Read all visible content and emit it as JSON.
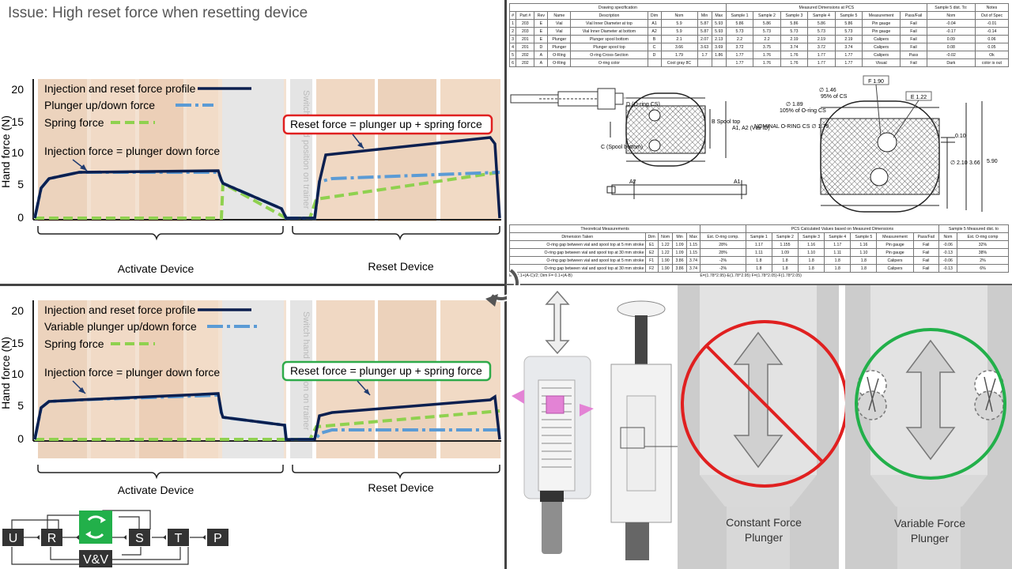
{
  "title": "Issue: High reset force when resetting device",
  "top_chart": {
    "ylabel": "Hand force (N)",
    "yticks": [
      "20",
      "15",
      "10",
      "5",
      "0"
    ],
    "legend": [
      {
        "label": "Injection and reset force profile",
        "color": "#0b1f4f",
        "style": "solid"
      },
      {
        "label": "Plunger up/down force",
        "color": "#5b9bd5",
        "style": "dashdot"
      },
      {
        "label": "Spring force",
        "color": "#8fd14f",
        "style": "dash"
      }
    ],
    "injection_label": "Injection force = plunger down force",
    "reset_label": "Reset force = plunger up + spring force",
    "reset_box_color": "#e02020",
    "switch_text": "Switch hand position on trainer",
    "activate_label": "Activate Device",
    "reset_device_label": "Reset Device"
  },
  "bottom_chart": {
    "ylabel": "Hand force (N)",
    "yticks": [
      "20",
      "15",
      "10",
      "5",
      "0"
    ],
    "legend": [
      {
        "label": "Injection and reset force profile",
        "color": "#0b1f4f",
        "style": "solid"
      },
      {
        "label": "Variable plunger up/down force",
        "color": "#5b9bd5",
        "style": "dashdot"
      },
      {
        "label": "Spring force",
        "color": "#8fd14f",
        "style": "dash"
      }
    ],
    "injection_label": "Injection force = plunger down force",
    "reset_label": "Reset force = plunger up + spring force",
    "reset_box_color": "#2eaa4a",
    "switch_text": "Switch hand position on trainer",
    "activate_label": "Activate Device",
    "reset_device_label": "Reset Device"
  },
  "workflow": {
    "boxes": [
      "U",
      "R",
      "S",
      "T",
      "P"
    ],
    "vv_label": "V&V",
    "active_color": "#22b04a"
  },
  "spec_table": {
    "group_headers": [
      "Drawing specification",
      "Measured Dimensions at PCS",
      "Sample 5 dist. To:",
      "Notes"
    ],
    "headers": [
      "#",
      "Part #",
      "Rev",
      "Name",
      "Description",
      "Dim",
      "Nom",
      "Min",
      "Max",
      "Sample 1",
      "Sample 2",
      "Sample 3",
      "Sample 4",
      "Sample 5",
      "Measurement",
      "Pass/Fail",
      "Nom",
      "Out of Spec"
    ],
    "rows": [
      [
        "1",
        "203",
        "E",
        "Vial",
        "Vial Inner Diameter at top",
        "A1",
        "5.9",
        "5.87",
        "5.93",
        "5.86",
        "5.86",
        "5.86",
        "5.86",
        "5.86",
        "Pin gauge",
        "Fail",
        "-0.04",
        "-0.01"
      ],
      [
        "2",
        "203",
        "E",
        "Vial",
        "Vial Inner Diameter at bottom",
        "A2",
        "5.9",
        "5.87",
        "5.93",
        "5.73",
        "5.73",
        "5.73",
        "5.73",
        "5.73",
        "Pin gauge",
        "Fail",
        "-0.17",
        "-0.14"
      ],
      [
        "3",
        "201",
        "E",
        "Plunger",
        "Plunger spool bottom",
        "B",
        "2.1",
        "2.07",
        "2.13",
        "2.2",
        "2.2",
        "2.19",
        "2.19",
        "2.19",
        "Calipers",
        "Fail",
        "0.09",
        "0.06"
      ],
      [
        "4",
        "201",
        "D",
        "Plunger",
        "Plunger spool top",
        "C",
        "3.66",
        "3.63",
        "3.69",
        "3.72",
        "3.75",
        "3.74",
        "3.72",
        "3.74",
        "Calipers",
        "Fail",
        "0.08",
        "0.05"
      ],
      [
        "5",
        "202",
        "A",
        "O-Ring",
        "O-ring Cross-Section",
        "D",
        "1.79",
        "1.7",
        "1.86",
        "1.77",
        "1.76",
        "1.76",
        "1.77",
        "1.77",
        "Calipers",
        "Pass",
        "-0.02",
        "Ok"
      ],
      [
        "6",
        "202",
        "A",
        "O-Ring",
        "O-ring color",
        "",
        "Cool gray 8C",
        "",
        "",
        "1.77",
        "1.76",
        "1.76",
        "1.77",
        "1.77",
        "Visual",
        "Fail",
        "Dark",
        "color is out"
      ]
    ]
  },
  "drawing_labels": {
    "d_oring": "D (O-ring CS)",
    "b_spool": "B Spool top",
    "a_vial": "A1, A2 (Vial ID)",
    "c_spool": "C (Spool bottom)",
    "a2": "A2",
    "a1": "A1",
    "f190": "F 1.90",
    "e122": "E 1.22",
    "d146": "∅ 1.46",
    "cs95": "95% of CS",
    "d189": "∅ 1.89",
    "cs105": "105% of O-ring CS",
    "nominal": "NOMINAL O-RING CS ∅ 1.79",
    "d010": "0.10",
    "d210": "∅ 2.10",
    "d366": "3.66",
    "d590": "5.90"
  },
  "theo_table": {
    "group_headers": [
      "Theoretical Measurements",
      "PCS Calculated Values based on Measured Dimensions",
      "Sample 5 Measured dist. to"
    ],
    "headers": [
      "Dimension Taken",
      "Dim",
      "Nom",
      "Min",
      "Max",
      "Est. O-ring comp.",
      "Sample 1",
      "Sample 2",
      "Sample 3",
      "Sample 4",
      "Sample 5",
      "Measurement",
      "Pass/Fail",
      "Nom",
      "Est. O-ring comp"
    ],
    "rows": [
      [
        "O-ring gap between vial and spool top at 5 mm stroke",
        "E1",
        "1.22",
        "1.09",
        "1.15",
        "28%",
        "1.17",
        "1.155",
        "1.16",
        "1.17",
        "1.16",
        "Pin gauge",
        "Fail",
        "-0.06",
        "32%"
      ],
      [
        "O-ring gap between vial and spool top at 30 mm stroke",
        "E2",
        "1.22",
        "1.09",
        "1.15",
        "28%",
        "1.11",
        "1.09",
        "1.10",
        "1.11",
        "1.10",
        "Pin gauge",
        "Fail",
        "-0.13",
        "38%"
      ],
      [
        "O-ring gap between vial and spool top at 5 mm stroke",
        "F1",
        "1.90",
        "3.86",
        "3.74",
        "-2%",
        "1.8",
        "1.8",
        "1.8",
        "1.8",
        "1.8",
        "Calipers",
        "Fail",
        "-0.06",
        "2%"
      ],
      [
        "O-ring gap between vial and spool top at 30 mm stroke",
        "F2",
        "1.90",
        "3.86",
        "3.74",
        "-2%",
        "1.8",
        "1.8",
        "1.8",
        "1.8",
        "1.8",
        "Calipers",
        "Fail",
        "-0.13",
        "6%"
      ]
    ],
    "formula1": "E = 0.1+(A-C)/2; Dim F= 0.1+(A-B)",
    "formula2": "E=(1.78^2.95)-E(1.78^2.95)     F=(1.78^2.05)-F(1.78^2.05)"
  },
  "bottom_right": {
    "constant_label": "Constant Force Plunger",
    "variable_label": "Variable Force Plunger",
    "no_color": "#e02020",
    "ok_color": "#22b04a"
  }
}
